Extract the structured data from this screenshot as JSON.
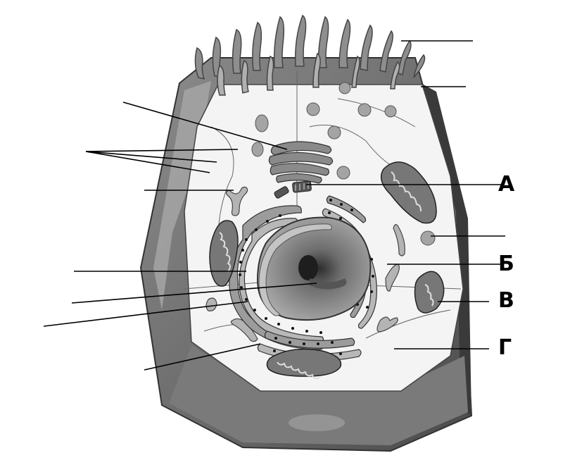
{
  "labels": {
    "a": "А",
    "b": "Б",
    "v": "В",
    "g": "Г"
  },
  "colors": {
    "outer_wall": "#6a6a6a",
    "outer_wall_dark": "#3c3c3c",
    "outer_wall_light": "#b8b8b8",
    "cytoplasm": "#f4f4f4",
    "organelle": "#9a9a9a",
    "nucleus": "#8a8a8a",
    "line": "#000000"
  }
}
